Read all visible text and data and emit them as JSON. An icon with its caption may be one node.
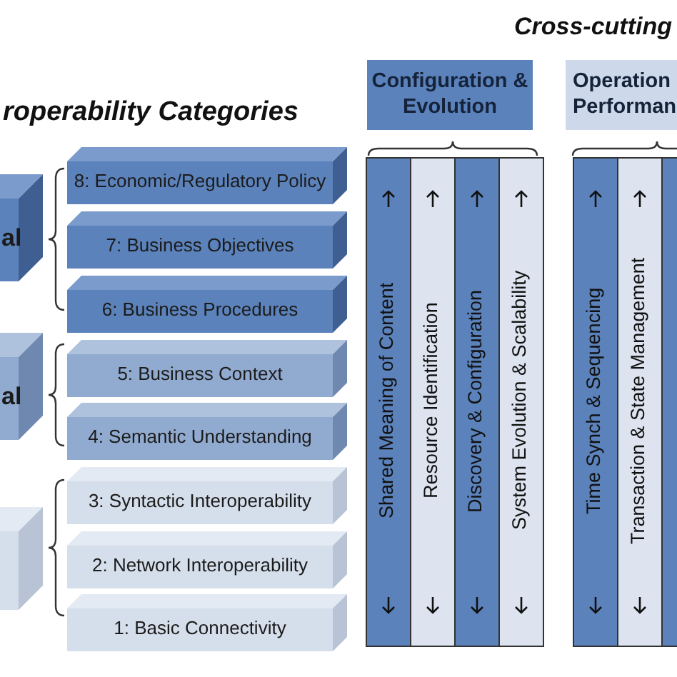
{
  "diagram": {
    "nodes": [
      {
        "text": [
          "al"
        ]
      },
      {
        "text": [
          "al"
        ]
      },
      {
        "text": [],
        "shape": "box"
      },
      {
        "text": [
          "8: Economic/Regulatory Policy"
        ]
      },
      {
        "text": [
          "7: Business Objectives"
        ]
      },
      {
        "text": [
          "6: Business Procedures"
        ]
      },
      {
        "text": [
          "5: Business Context"
        ]
      },
      {
        "text": [
          "4: Semantic Understanding"
        ]
      },
      {
        "text": [
          "3: Syntactic Interoperability"
        ]
      },
      {
        "text": [
          "2: Network Interoperability"
        ]
      },
      {
        "text": [
          "1: Basic Connectivity"
        ]
      },
      {
        "text": [
          "Configuration & Evolution"
        ]
      },
      {
        "text": [
          "Operation Performan"
        ]
      },
      {
        "text": [
          "Shared Meaning of Content"
        ]
      },
      {
        "text": [
          "Resource Identification"
        ]
      },
      {
        "text": [
          "Discovery & Configuration"
        ]
      },
      {
        "text": [
          "System Evolution & Scalability"
        ]
      },
      {
        "text": [
          "Time Synch & Sequencing"
        ]
      },
      {
        "text": [
          "Transaction & State Management"
        ]
      },
      {
        "text": [],
        "shape": "bar"
      }
    ],
    "edges": [],
    "labels": [
      "Cross-cutting",
      "roperability Categories"
    ]
  }
}
